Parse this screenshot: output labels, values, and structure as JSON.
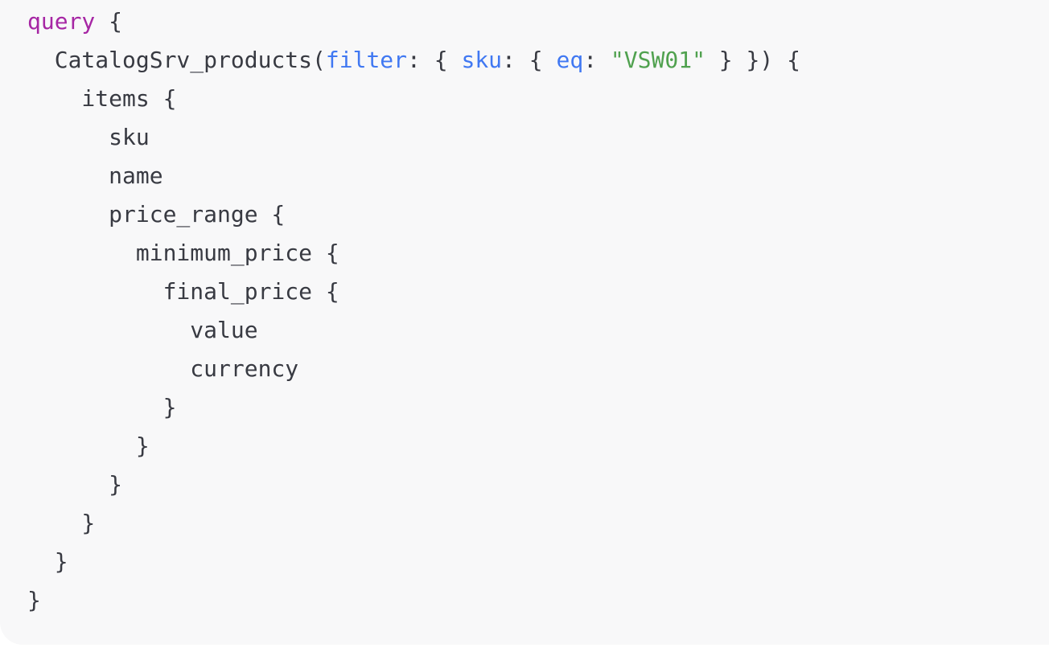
{
  "colors": {
    "page_bg": "#ffffff",
    "block_bg": "#f8f8f9",
    "text": "#383a42",
    "keyword": "#a626a4",
    "field": "#4078f2",
    "string": "#50a14f"
  },
  "code": {
    "language": "graphql",
    "plain_text": "query {\n  CatalogSrv_products(filter: { sku: { eq: \"VSW01\" } }) {\n    items {\n      sku\n      name\n      price_range {\n        minimum_price {\n          final_price {\n            value\n            currency\n          }\n        }\n      }\n    }\n  }\n}",
    "lines": [
      [
        {
          "t": "query",
          "c": "keyword"
        },
        {
          "t": " {",
          "c": "plain"
        }
      ],
      [
        {
          "t": "  CatalogSrv_products(",
          "c": "plain"
        },
        {
          "t": "filter",
          "c": "field"
        },
        {
          "t": ": { ",
          "c": "plain"
        },
        {
          "t": "sku",
          "c": "field"
        },
        {
          "t": ": { ",
          "c": "plain"
        },
        {
          "t": "eq",
          "c": "field"
        },
        {
          "t": ": ",
          "c": "plain"
        },
        {
          "t": "\"VSW01\"",
          "c": "string"
        },
        {
          "t": " } }) {",
          "c": "plain"
        }
      ],
      [
        {
          "t": "    items {",
          "c": "plain"
        }
      ],
      [
        {
          "t": "      sku",
          "c": "plain"
        }
      ],
      [
        {
          "t": "      name",
          "c": "plain"
        }
      ],
      [
        {
          "t": "      price_range {",
          "c": "plain"
        }
      ],
      [
        {
          "t": "        minimum_price {",
          "c": "plain"
        }
      ],
      [
        {
          "t": "          final_price {",
          "c": "plain"
        }
      ],
      [
        {
          "t": "            value",
          "c": "plain"
        }
      ],
      [
        {
          "t": "            currency",
          "c": "plain"
        }
      ],
      [
        {
          "t": "          }",
          "c": "plain"
        }
      ],
      [
        {
          "t": "        }",
          "c": "plain"
        }
      ],
      [
        {
          "t": "      }",
          "c": "plain"
        }
      ],
      [
        {
          "t": "    }",
          "c": "plain"
        }
      ],
      [
        {
          "t": "  }",
          "c": "plain"
        }
      ],
      [
        {
          "t": "}",
          "c": "plain"
        }
      ]
    ]
  }
}
